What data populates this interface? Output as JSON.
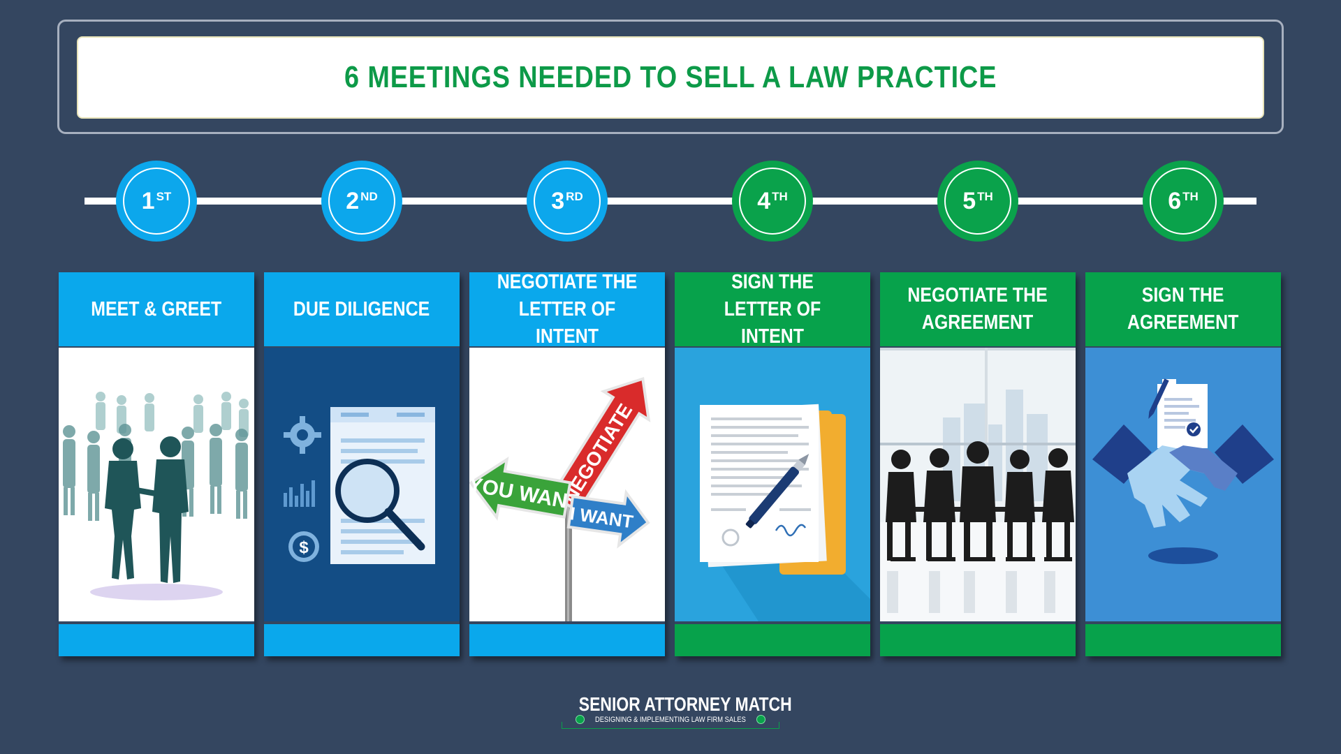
{
  "title": "6 MEETINGS NEEDED TO SELL A LAW PRACTICE",
  "steps": [
    {
      "number": "1",
      "suffix": "ST",
      "label_line1": "MEET & GREET",
      "label_line2": "",
      "color": "#0ca7ec",
      "image": "business-people-handshake-icon"
    },
    {
      "number": "2",
      "suffix": "ND",
      "label_line1": "DUE DILIGENCE",
      "label_line2": "",
      "color": "#0ca7ec",
      "image": "magnifier-document-icon"
    },
    {
      "number": "3",
      "suffix": "RD",
      "label_line1": "NEGOTIATE THE",
      "label_line2": "LETTER OF INTENT",
      "color": "#0ca7ec",
      "image": "negotiate-signpost-icon"
    },
    {
      "number": "4",
      "suffix": "TH",
      "label_line1": "SIGN THE",
      "label_line2": "LETTER OF INTENT",
      "color": "#0aa24b",
      "image": "signed-document-pen-icon"
    },
    {
      "number": "5",
      "suffix": "TH",
      "label_line1": "NEGOTIATE THE",
      "label_line2": "AGREEMENT",
      "color": "#0aa24b",
      "image": "meeting-silhouettes-icon"
    },
    {
      "number": "6",
      "suffix": "TH",
      "label_line1": "SIGN THE",
      "label_line2": "AGREEMENT",
      "color": "#0aa24b",
      "image": "agreement-handshake-icon"
    }
  ],
  "signpost": {
    "you_want": "YOU WANT",
    "negotiate": "NEGOTIATE",
    "i_want": "I WANT"
  },
  "dollar_sign": "$",
  "logo": {
    "name": "SENIOR ATTORNEY MATCH",
    "tagline": "DESIGNING & IMPLEMENTING LAW FIRM SALES"
  }
}
